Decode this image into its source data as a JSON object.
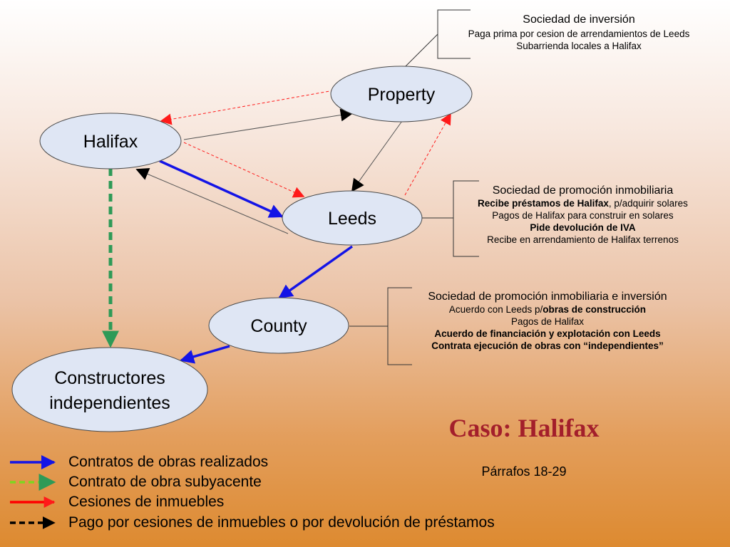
{
  "nodes": {
    "property": "Property",
    "halifax": "Halifax",
    "leeds": "Leeds",
    "county": "County",
    "constructores": [
      "Constructores",
      "independientes"
    ]
  },
  "notes": {
    "property": {
      "title": "Sociedad de inversión",
      "lines": [
        "Paga prima por cesion de arrendamientos de Leeds",
        "Subarrienda locales a Halifax"
      ]
    },
    "leeds": {
      "title": "Sociedad de promoción inmobiliaria",
      "lines": [
        "Pagos de Halifax para construir en solares",
        "Recibe en arrendamiento de Halifax terrenos"
      ],
      "bold_lines": [
        "Pide devolución de IVA"
      ],
      "line1_bold": "Recibe préstamos de Halifax",
      "line1_rest": ", p/adquirir solares"
    },
    "county": {
      "title": "Sociedad de promoción inmobiliaria e inversión",
      "line1_pre": "Acuerdo con Leeds p/",
      "line1_bold": "obras de construcción",
      "lines": [
        "Pagos de Halifax"
      ],
      "bold_lines": [
        "Acuerdo de financiación y explotación con Leeds",
        "Contrata ejecución de obras con “independientes”"
      ]
    }
  },
  "case": {
    "title": "Caso: Halifax",
    "subtitle": "Párrafos 18-29"
  },
  "legend": [
    {
      "label": "Contratos de obras realizados",
      "color": "#1414e6",
      "style": "solid"
    },
    {
      "label": "Contrato de obra subyacente",
      "color": "#7fd61f",
      "style": "dashed"
    },
    {
      "label": "Cesiones de inmuebles",
      "color": "#ff0000",
      "style": "solid"
    },
    {
      "label": "Pago por cesiones de inmuebles o por devolución de préstamos",
      "color": "#000000",
      "style": "dashed"
    }
  ],
  "colors": {
    "contract": "#1414e6",
    "underlying": "#2e9a57",
    "assignment": "#ff1a1a",
    "payment": "#000000",
    "node_fill": "#dfe6f4",
    "title_red": "#a31f2b"
  }
}
